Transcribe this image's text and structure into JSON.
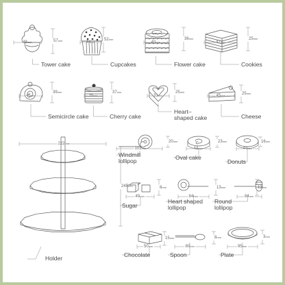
{
  "colors": {
    "frame": "#b9ca9f",
    "ink": "#5a5a5a",
    "dim": "#8a8a8a",
    "dot": "#3c3c3c"
  },
  "unit": "mm",
  "items": [
    {
      "key": "tower",
      "label": "Tower cake",
      "w": "49",
      "h": "57"
    },
    {
      "key": "cupcakes",
      "label": "Cupcakes",
      "w": "44",
      "h": "52"
    },
    {
      "key": "flower",
      "label": "Flower cake",
      "w": "40",
      "h": "36"
    },
    {
      "key": "cookies",
      "label": "Cookies",
      "w": "42",
      "h": "25"
    },
    {
      "key": "semicircle",
      "label": "Semicircle cake",
      "w": "45",
      "h": "39"
    },
    {
      "key": "cherry",
      "label": "Cherry cake",
      "w": "35",
      "h": "37"
    },
    {
      "key": "heart",
      "label": "Heart–shaped cake",
      "w": "31",
      "h": "25"
    },
    {
      "key": "cheese",
      "label": "Cheese",
      "w": "45",
      "h": "25"
    },
    {
      "key": "holder",
      "label": "Holder",
      "w": "222",
      "h": "245"
    },
    {
      "key": "windmill",
      "label": "Windmill lollipop",
      "w": "101",
      "h": "20"
    },
    {
      "key": "oval",
      "label": "Oval cake",
      "w": "44",
      "h": "23"
    },
    {
      "key": "donuts",
      "label": "Donuts",
      "w": "44",
      "h": "16"
    },
    {
      "key": "sugar",
      "label": "Sugar",
      "w": "49",
      "h": "8"
    },
    {
      "key": "heartlolly",
      "label": "Heart shaped lollipop",
      "w": "84",
      "h": "13"
    },
    {
      "key": "roundlolly",
      "label": "Round lollipop",
      "w": "84",
      "h": "13"
    },
    {
      "key": "chocolate",
      "label": "Chocolate",
      "w": "50",
      "h": "15"
    },
    {
      "key": "spoon",
      "label": "Spoon",
      "w": "80",
      "h": "8"
    },
    {
      "key": "plate",
      "label": "Plate",
      "w": "95",
      "h": "3"
    }
  ]
}
